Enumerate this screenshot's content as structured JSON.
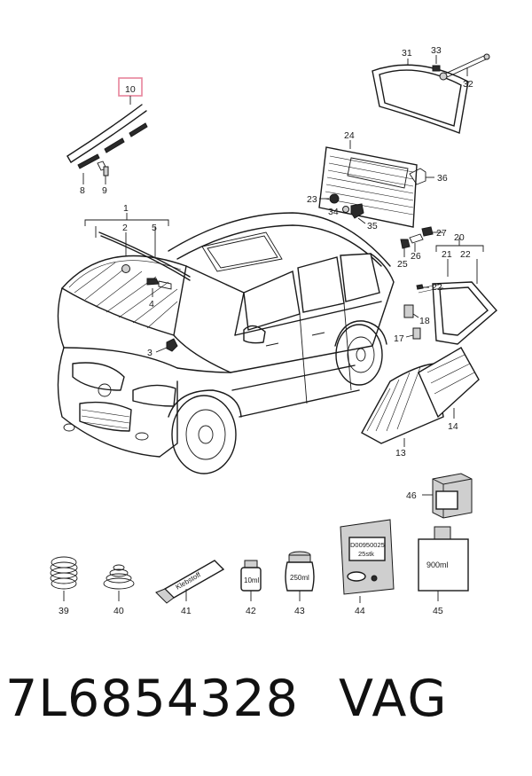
{
  "callouts": {
    "n1": "1",
    "n2": "2",
    "n3": "3",
    "n4": "4",
    "n5": "5",
    "n8": "8",
    "n9": "9",
    "n10": "10",
    "n13": "13",
    "n14": "14",
    "n17": "17",
    "n18": "18",
    "n20": "20",
    "n21": "21",
    "n22a": "22",
    "n22b": "22",
    "n23": "23",
    "n24": "24",
    "n25": "25",
    "n26": "26",
    "n27": "27",
    "n31": "31",
    "n32": "32",
    "n33": "33",
    "n34": "34",
    "n35": "35",
    "n36": "36",
    "n39": "39",
    "n40": "40",
    "n41": "41",
    "n42": "42",
    "n43": "43",
    "n44": "44",
    "n45": "45",
    "n46": "46"
  },
  "product_labels": {
    "tube": "Klebstoff",
    "bottle_small": "10ml",
    "jar": "250ml",
    "bag_code": "D00950025",
    "bag_qty": "25stk",
    "canister": "900ml"
  },
  "highlight_color": "#e8849b",
  "footer": {
    "part_number": "7L6854328",
    "brand": "VAG"
  }
}
